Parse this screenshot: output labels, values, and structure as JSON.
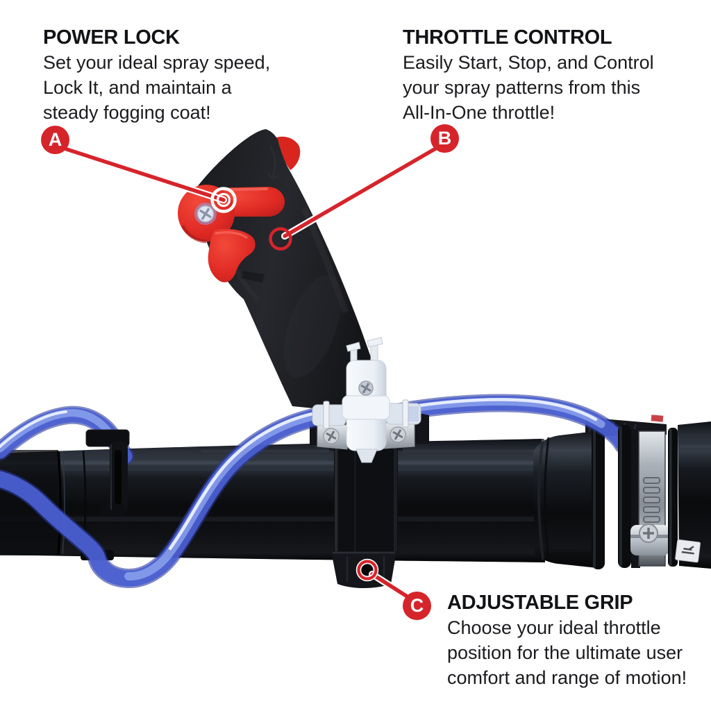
{
  "colors": {
    "accent_red": "#d6242b",
    "text": "#121316",
    "background": "#ffffff",
    "tube_black": "#0c0d10",
    "tubing_blue": "#5a70d8",
    "lever_red": "#e23127",
    "valve_white": "#eef1f6",
    "clamp_silver": "#b9bfc6"
  },
  "features": [
    {
      "letter": "A",
      "title": "POWER LOCK",
      "lines": [
        "Set your ideal spray speed,",
        "Lock It, and maintain a",
        "steady fogging coat!"
      ]
    },
    {
      "letter": "B",
      "title": "THROTTLE CONTROL",
      "lines": [
        "Easily Start, Stop, and Control",
        "your spray patterns from this",
        "All-In-One throttle!"
      ]
    },
    {
      "letter": "C",
      "title": "ADJUSTABLE GRIP",
      "lines": [
        "Choose your ideal throttle",
        "position for the ultimate user",
        "comfort and range of motion!"
      ]
    }
  ],
  "product": {
    "parts": [
      "blower-tube",
      "throttle-handle",
      "power-lock-lever",
      "trigger",
      "mounting-clamp",
      "liquid-tubing",
      "flow-valve",
      "hose-clamp"
    ]
  }
}
